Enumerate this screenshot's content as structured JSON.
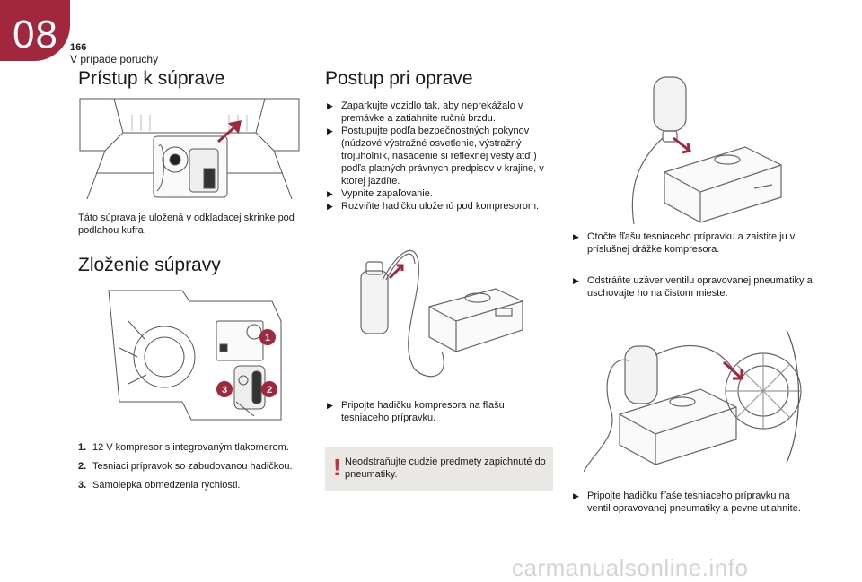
{
  "header": {
    "chapter_number": "08",
    "page_number": "166",
    "chapter_title": "V prípade poruchy",
    "accent_color": "#a3273c"
  },
  "left": {
    "section1_title": "Prístup k súprave",
    "section1_text": "Táto súprava je uložená v odkladacej skrinke pod podlahou kufra.",
    "section2_title": "Zloženie súpravy",
    "kit_items": [
      {
        "num": "1.",
        "text": "12 V kompresor s integrovaným tlakomerom."
      },
      {
        "num": "2.",
        "text": "Tesniaci prípravok so zabudovanou hadičkou."
      },
      {
        "num": "3.",
        "text": "Samolepka obmedzenia rýchlosti."
      }
    ],
    "callouts": [
      "1",
      "2",
      "3"
    ]
  },
  "middle": {
    "title": "Postup pri oprave",
    "steps": [
      "Zaparkujte vozidlo tak, aby neprekážalo v premávke a zatiahnite ručnú brzdu.",
      "Postupujte podľa bezpečnostných pokynov (núdzové výstražné osvetlenie, výstražný trojuholník, nasadenie si reflexnej vesty atď.) podľa platných právnych predpisov v krajine, v ktorej jazdíte.",
      "Vypnite zapaľovanie.",
      "Rozviňte hadičku uloženú pod kompresorom."
    ],
    "step_after_image": "Pripojte hadičku kompresora na fľašu tesniaceho prípravku.",
    "note": "Neodstraňujte cudzie predmety zapichnuté do pneumatiky."
  },
  "right": {
    "steps1": [
      "Otočte fľašu tesniaceho prípravku a zaistite ju v príslušnej drážke kompresora.",
      "Odstráňte uzáver ventilu opravovanej pneumatiky a uschovajte ho na čistom mieste."
    ],
    "step_last": "Pripojte hadičku fľaše tesniaceho prípravku na ventil opravovanej pneumatiky a pevne utiahnite."
  },
  "bullet_glyph": "",
  "note_icon": "!",
  "watermark": "carmanualsonline.info"
}
